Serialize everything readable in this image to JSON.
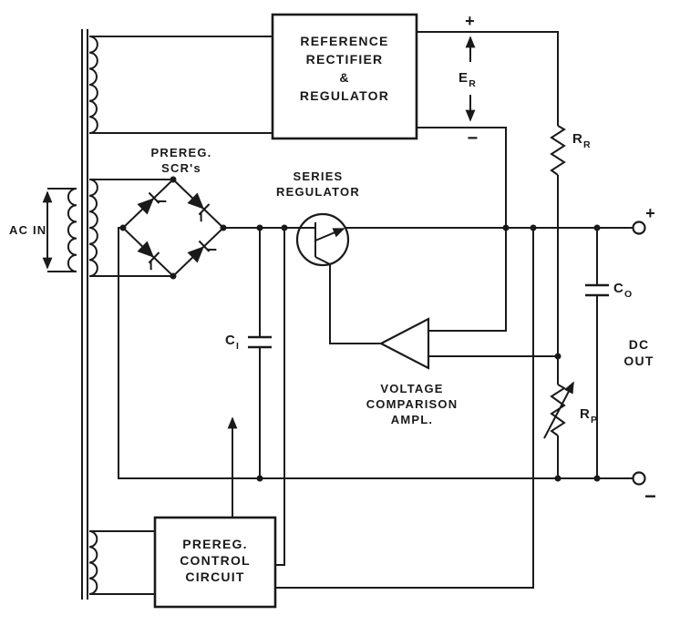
{
  "diagram": {
    "type": "block-schematic",
    "description": "Series-regulated DC power supply with SCR preregulator"
  },
  "blocks": {
    "reference_rectifier": {
      "lines": [
        "REFERENCE",
        "RECTIFIER",
        "&",
        "REGULATOR"
      ]
    },
    "prereg_control": {
      "lines": [
        "PREREG.",
        "CONTROL",
        "CIRCUIT"
      ]
    }
  },
  "labels": {
    "ac_in": "AC IN",
    "prereg_scrs": {
      "line1": "PREREG.",
      "line2": "SCR's"
    },
    "series_regulator": {
      "line1": "SERIES",
      "line2": "REGULATOR"
    },
    "comparison_amp": {
      "line1": "VOLTAGE",
      "line2": "COMPARISON",
      "line3": "AMPL."
    },
    "dc_out": {
      "line1": "DC",
      "line2": "OUT"
    },
    "er": {
      "main": "E",
      "sub": "R"
    },
    "rr": {
      "main": "R",
      "sub": "R"
    },
    "rp": {
      "main": "R",
      "sub": "P"
    },
    "ci": {
      "main": "C",
      "sub": "I"
    },
    "co": {
      "main": "C",
      "sub": "O"
    }
  },
  "signs": {
    "er_plus": "+",
    "er_minus": "−",
    "out_plus": "+",
    "out_minus": "−"
  },
  "colors": {
    "ink": "#1a1a1a",
    "paper": "#ffffff"
  }
}
